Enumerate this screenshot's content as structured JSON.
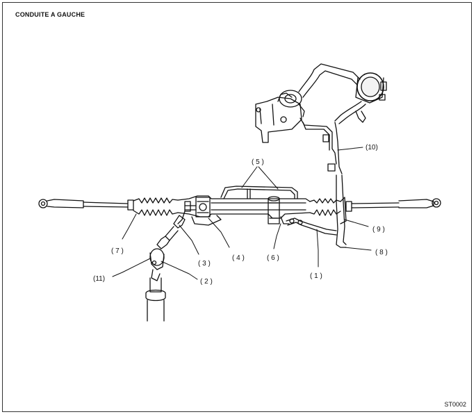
{
  "header": {
    "title": "CONDUITE A GAUCHE"
  },
  "footer": {
    "code": "ST0002"
  },
  "callouts": [
    {
      "id": "c1",
      "text": "( 1 )"
    },
    {
      "id": "c2",
      "text": "( 2 )"
    },
    {
      "id": "c3",
      "text": "( 3 )"
    },
    {
      "id": "c4",
      "text": "( 4 )"
    },
    {
      "id": "c5",
      "text": "( 5 )"
    },
    {
      "id": "c6",
      "text": "( 6 )"
    },
    {
      "id": "c7",
      "text": "( 7 )"
    },
    {
      "id": "c8",
      "text": "( 8 )"
    },
    {
      "id": "c9",
      "text": "( 9 )"
    },
    {
      "id": "c10",
      "text": "(10)"
    },
    {
      "id": "c11",
      "text": "(11)"
    }
  ]
}
